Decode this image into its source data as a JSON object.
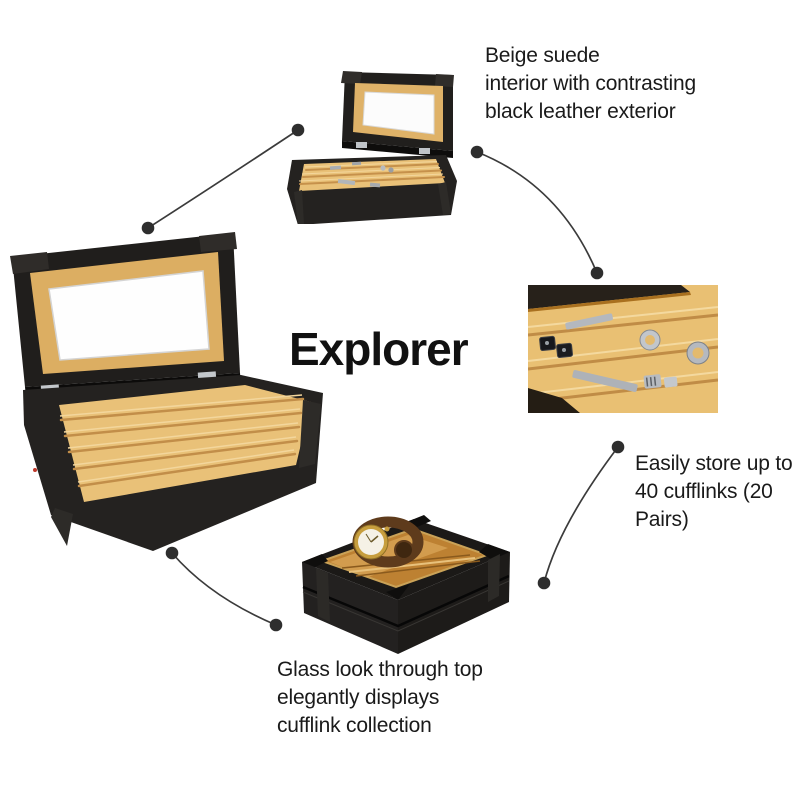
{
  "title": "Explorer",
  "annotations": {
    "beige_suede": {
      "lines": [
        "Beige suede",
        "interior with contrasting",
        "black leather exterior"
      ]
    },
    "capacity": {
      "lines": [
        "Easily store up to",
        "40 cufflinks (20",
        "Pairs)"
      ]
    },
    "glass_top": {
      "lines": [
        "Glass look through top",
        "elegantly displays",
        "cufflink collection"
      ]
    }
  },
  "photos": {
    "open_box_small": "Open cufflink box with glass lid - angled view",
    "open_box_large": "Open cufflink box with glass lid - large front view",
    "interior_closeup": "Beige suede interior close-up with cufflinks, rings and tie bars",
    "closed_box_watch": "Closed box with glass look-through top and watch resting on it"
  },
  "colors": {
    "background": "#ffffff",
    "text": "#1a1a1a",
    "connector_line": "#3b3b3b",
    "connector_dot": "#2e2e2e",
    "leather_black": "#211f1d",
    "suede_beige": "#e9c178",
    "suede_shadow": "#c28e49",
    "glass_white": "#fdfdfd",
    "amber_glass": "#bd8132",
    "hinge_silver": "#c3c7cb",
    "watch_gold": "#c79e3e",
    "watch_strap_brown": "#5e3b1c"
  }
}
